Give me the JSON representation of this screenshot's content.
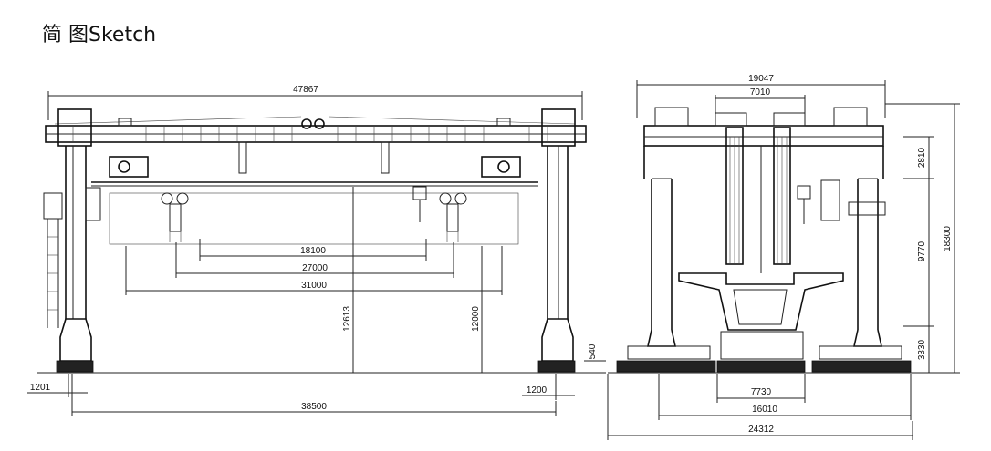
{
  "title": "简 图Sketch",
  "front_view": {
    "overall_span_top": "47867",
    "hook_spacing_1": "18100",
    "hook_spacing_2": "27000",
    "hook_spacing_3": "31000",
    "lift_height_1": "12613",
    "lift_height_2": "12000",
    "rail_span": "38500",
    "left_offset": "1201",
    "right_offset": "1200",
    "wheel_height": "540"
  },
  "side_view": {
    "overall_width_top": "19047",
    "trolley_gauge": "7010",
    "top_height": "2810",
    "mid_height": "9770",
    "overall_height": "18300",
    "base_height": "3330",
    "inner_clearance": "7730",
    "leg_spacing": "16010",
    "base_width": "24312"
  }
}
